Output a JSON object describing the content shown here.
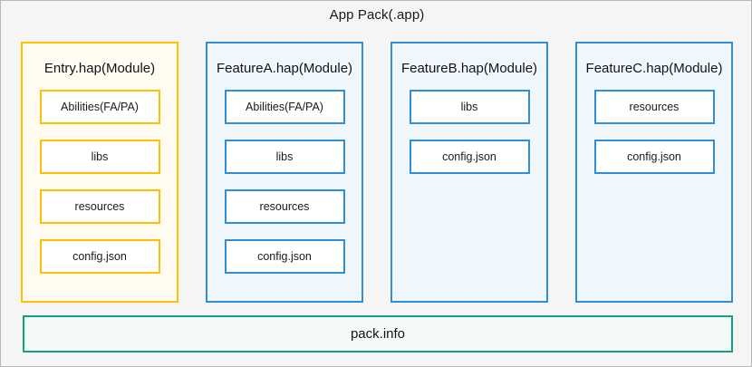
{
  "diagram": {
    "title": "App Pack(.app)",
    "colors": {
      "page_background": "#f5f5f6",
      "page_border": "#b9b9ba",
      "entry_border": "#ffc000",
      "entry_fill": "#fffbf0",
      "feature_border": "#2e8fd8",
      "feature_fill": "#eff7fd",
      "packinfo_border": "#12a187",
      "packinfo_fill": "#f4faf5",
      "item_fill": "#ffffff",
      "text": "#1a1a1a"
    },
    "modules": [
      {
        "title": "Entry.hap(Module)",
        "variant": "entry",
        "items": [
          {
            "label": "Abilities(FA/PA)"
          },
          {
            "label": "libs"
          },
          {
            "label": "resources"
          },
          {
            "label": "config.json"
          }
        ]
      },
      {
        "title": "FeatureA.hap(Module)",
        "variant": "feature",
        "items": [
          {
            "label": "Abilities(FA/PA)"
          },
          {
            "label": "libs"
          },
          {
            "label": "resources"
          },
          {
            "label": "config.json"
          }
        ]
      },
      {
        "title": "FeatureB.hap(Module)",
        "variant": "feature",
        "items": [
          {
            "label": "libs"
          },
          {
            "label": "config.json"
          }
        ]
      },
      {
        "title": "FeatureC.hap(Module)",
        "variant": "feature",
        "items": [
          {
            "label": "resources"
          },
          {
            "label": "config.json"
          }
        ]
      }
    ],
    "pack_info": {
      "label": "pack.info"
    }
  }
}
